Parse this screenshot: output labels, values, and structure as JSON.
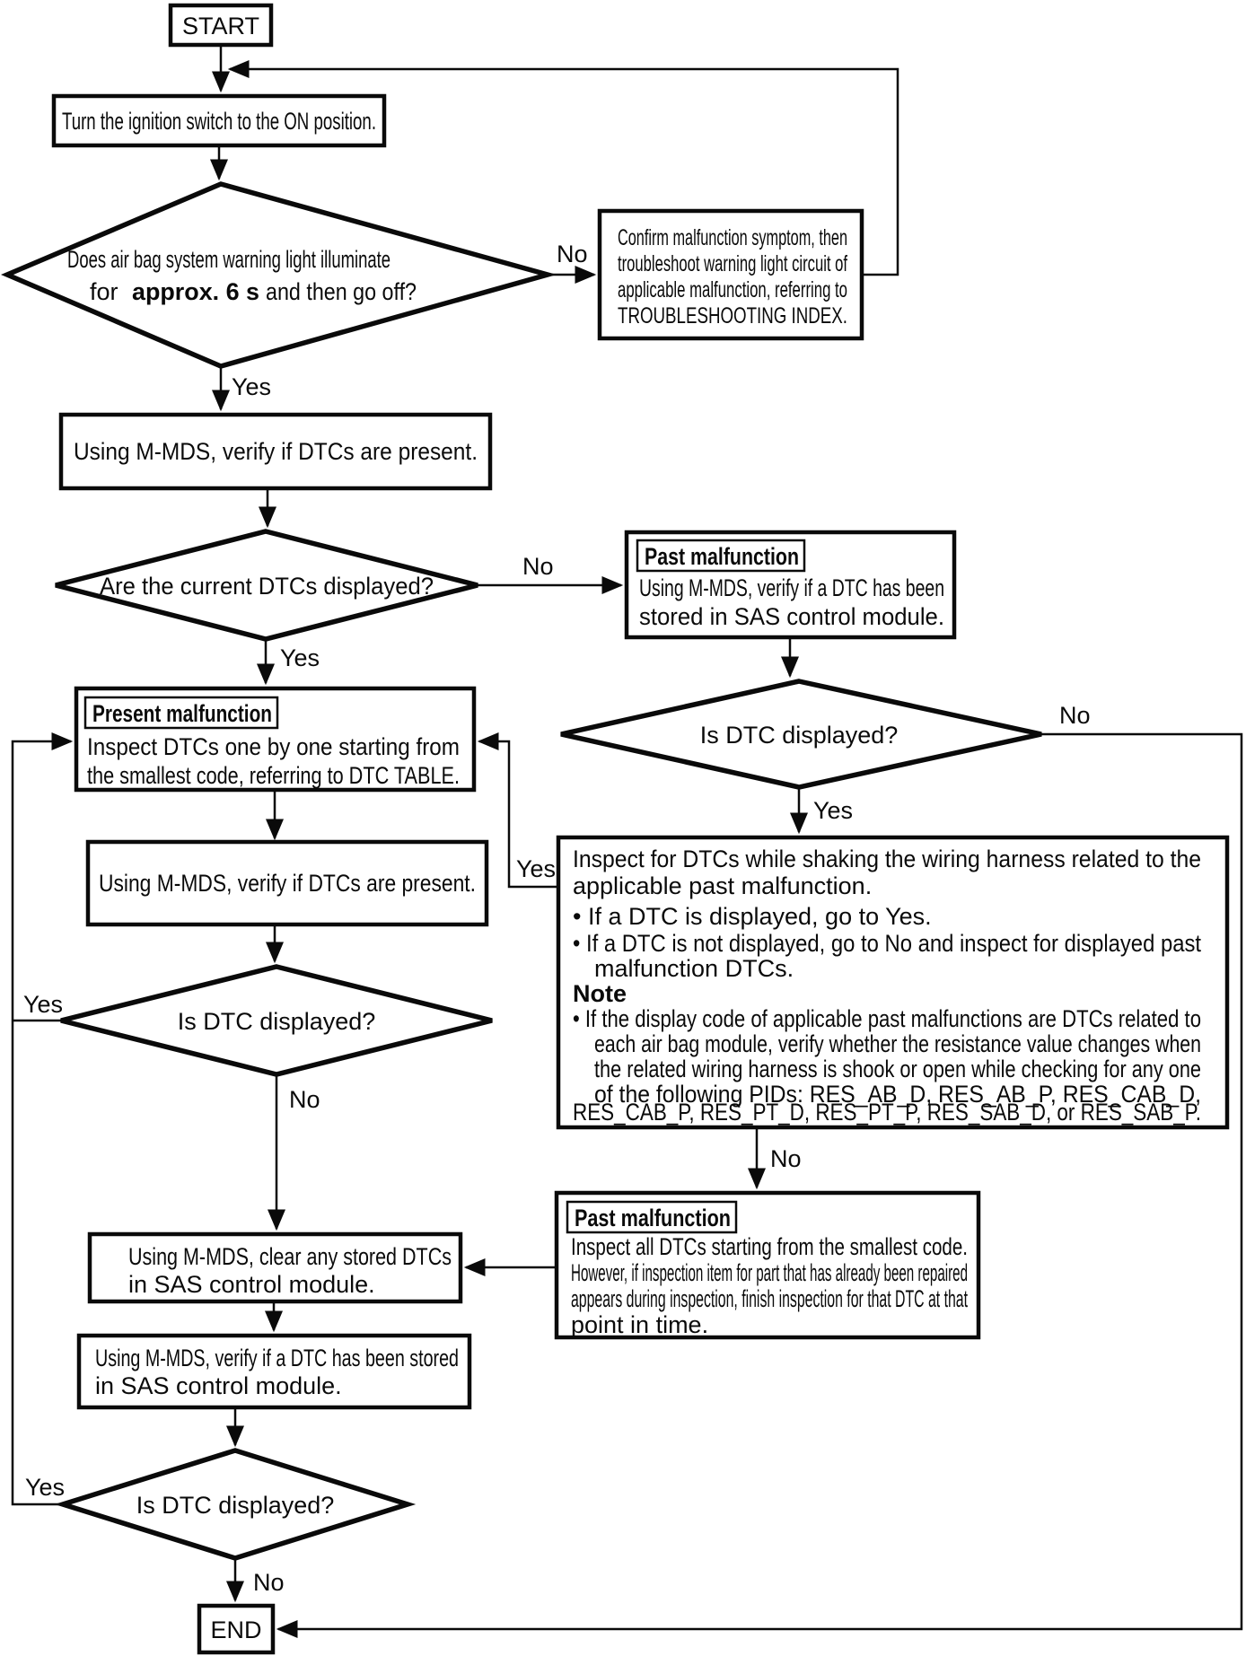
{
  "diagram_type": "flowchart",
  "subject": "Air bag system warning light / DTC troubleshooting flow",
  "colors": {
    "ink": "#0a0a0a",
    "paper": "#ffffff"
  },
  "nodes": {
    "start": {
      "label": "START"
    },
    "ignition": {
      "text": "Turn the ignition switch to the ON position."
    },
    "d1": {
      "line1": "Does air bag system warning light illuminate",
      "line2_pre": "for",
      "line2_bold": "approx. 6 s",
      "line2_post": "and then go off?"
    },
    "confirm": {
      "line1": "Confirm malfunction symptom, then",
      "line2": "troubleshoot warning light circuit of",
      "line3": "applicable malfunction, referring to",
      "line4": "TROUBLESHOOTING INDEX."
    },
    "verify_dtcs_1": {
      "text": "Using M-MDS, verify if DTCs are present."
    },
    "d2": {
      "text": "Are the current DTCs displayed?"
    },
    "past_malfunction_1": {
      "tag": "Past malfunction",
      "line1": "Using M-MDS, verify if a DTC has been",
      "line2": "stored in SAS control module."
    },
    "present_malfunction": {
      "tag": "Present malfunction",
      "line1": "Inspect DTCs one by one starting from",
      "line2": "the smallest code, referring to DTC TABLE."
    },
    "d4": {
      "text": "Is DTC displayed?"
    },
    "verify_dtcs_2": {
      "text": "Using M-MDS, verify if DTCs are present."
    },
    "d3": {
      "text": "Is DTC displayed?"
    },
    "note": {
      "line1": "Inspect for DTCs while shaking the wiring harness related to the",
      "line2": "applicable past malfunction.",
      "bullet1": "• If a DTC is displayed, go to Yes.",
      "bullet2a": "• If a DTC is not displayed, go to No and inspect for displayed past",
      "bullet2b": "malfunction DTCs.",
      "note_label": "Note",
      "bullet3a": "• If the display code of applicable past malfunctions are DTCs related to",
      "bullet3b": "each air bag module, verify whether the resistance value changes when",
      "bullet3c": "the related wiring harness is shook or open while checking for any one",
      "bullet3d": "of the following PIDs: RES_AB_D, RES_AB_P, RES_CAB_D,",
      "bullet3e": "RES_CAB_P, RES_PT_D, RES_PT_P, RES_SAB_D, or RES_SAB_P."
    },
    "past_malfunction_2": {
      "tag": "Past malfunction",
      "line1": "Inspect all DTCs starting from the smallest code.",
      "line2": "However, if inspection item for part that has already been repaired",
      "line3": "appears during inspection, finish inspection for that DTC at that",
      "line4": "point in time."
    },
    "clear_dtcs": {
      "line1": "Using M-MDS, clear any stored DTCs",
      "line2": "in SAS control module."
    },
    "verify_stored": {
      "line1": "Using M-MDS, verify if a DTC has been stored",
      "line2": "in SAS control module."
    },
    "d5": {
      "text": "Is DTC displayed?"
    },
    "end": {
      "label": "END"
    }
  },
  "edge_labels": {
    "d1_no": "No",
    "d1_yes": "Yes",
    "d2_no": "No",
    "d2_yes": "Yes",
    "d4_no": "No",
    "d4_yes": "Yes",
    "note_yes": "Yes",
    "note_no": "No",
    "d3_yes": "Yes",
    "d3_no": "No",
    "d5_yes": "Yes",
    "d5_no": "No"
  }
}
